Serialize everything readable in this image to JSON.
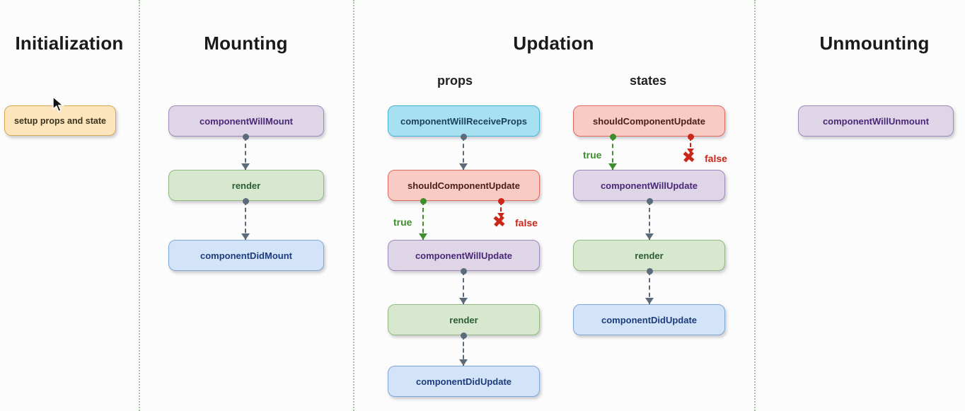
{
  "colors": {
    "background": "#fcfcfc",
    "separator": "#a3c49c",
    "arrow": "#5b6b7a",
    "true_green": "#3f8e2d",
    "false_red": "#c9271a",
    "heading_text": "#1a1a1a"
  },
  "palette": {
    "orange": {
      "bg": "#fce4bd",
      "border": "#d9a854",
      "text": "#3a341c"
    },
    "purple": {
      "bg": "#ded5e7",
      "border": "#9e89bb",
      "text": "#4b2878"
    },
    "green": {
      "bg": "#d8e8ce",
      "border": "#92b883",
      "text": "#2b5e33"
    },
    "blue": {
      "bg": "#d4e4f8",
      "border": "#7ea7db",
      "text": "#1d3c7c"
    },
    "cyan": {
      "bg": "#a7e1f1",
      "border": "#45b4d7",
      "text": "#1d3f5e"
    },
    "pink": {
      "bg": "#f9cbc5",
      "border": "#df6a5e",
      "text": "#4a201b"
    }
  },
  "sections": {
    "initialization": {
      "title": "Initialization",
      "nodes": {
        "setup": {
          "label": "setup props and state",
          "color": "orange"
        }
      }
    },
    "mounting": {
      "title": "Mounting",
      "nodes": {
        "will_mount": {
          "label": "componentWillMount",
          "color": "purple"
        },
        "render": {
          "label": "render",
          "color": "green"
        },
        "did_mount": {
          "label": "componentDidMount",
          "color": "blue"
        }
      }
    },
    "updation": {
      "title": "Updation",
      "props": {
        "label": "props",
        "nodes": {
          "will_receive": {
            "label": "componentWillReceiveProps",
            "color": "cyan"
          },
          "should_update": {
            "label": "shouldComponentUpdate",
            "color": "pink"
          },
          "will_update": {
            "label": "componentWillUpdate",
            "color": "purple"
          },
          "render": {
            "label": "render",
            "color": "green"
          },
          "did_update": {
            "label": "componentDidUpdate",
            "color": "blue"
          }
        },
        "branches": {
          "true_label": "true",
          "false_label": "false"
        }
      },
      "states": {
        "label": "states",
        "nodes": {
          "should_update": {
            "label": "shouldComponentUpdate",
            "color": "pink"
          },
          "will_update": {
            "label": "componentWillUpdate",
            "color": "purple"
          },
          "render": {
            "label": "render",
            "color": "green"
          },
          "did_update": {
            "label": "componentDidUpdate",
            "color": "blue"
          }
        },
        "branches": {
          "true_label": "true",
          "false_label": "false"
        }
      }
    },
    "unmounting": {
      "title": "Unmounting",
      "nodes": {
        "will_unmount": {
          "label": "componentWillUnmount",
          "color": "purple"
        }
      }
    }
  },
  "icons": {
    "false_x": "✖"
  }
}
